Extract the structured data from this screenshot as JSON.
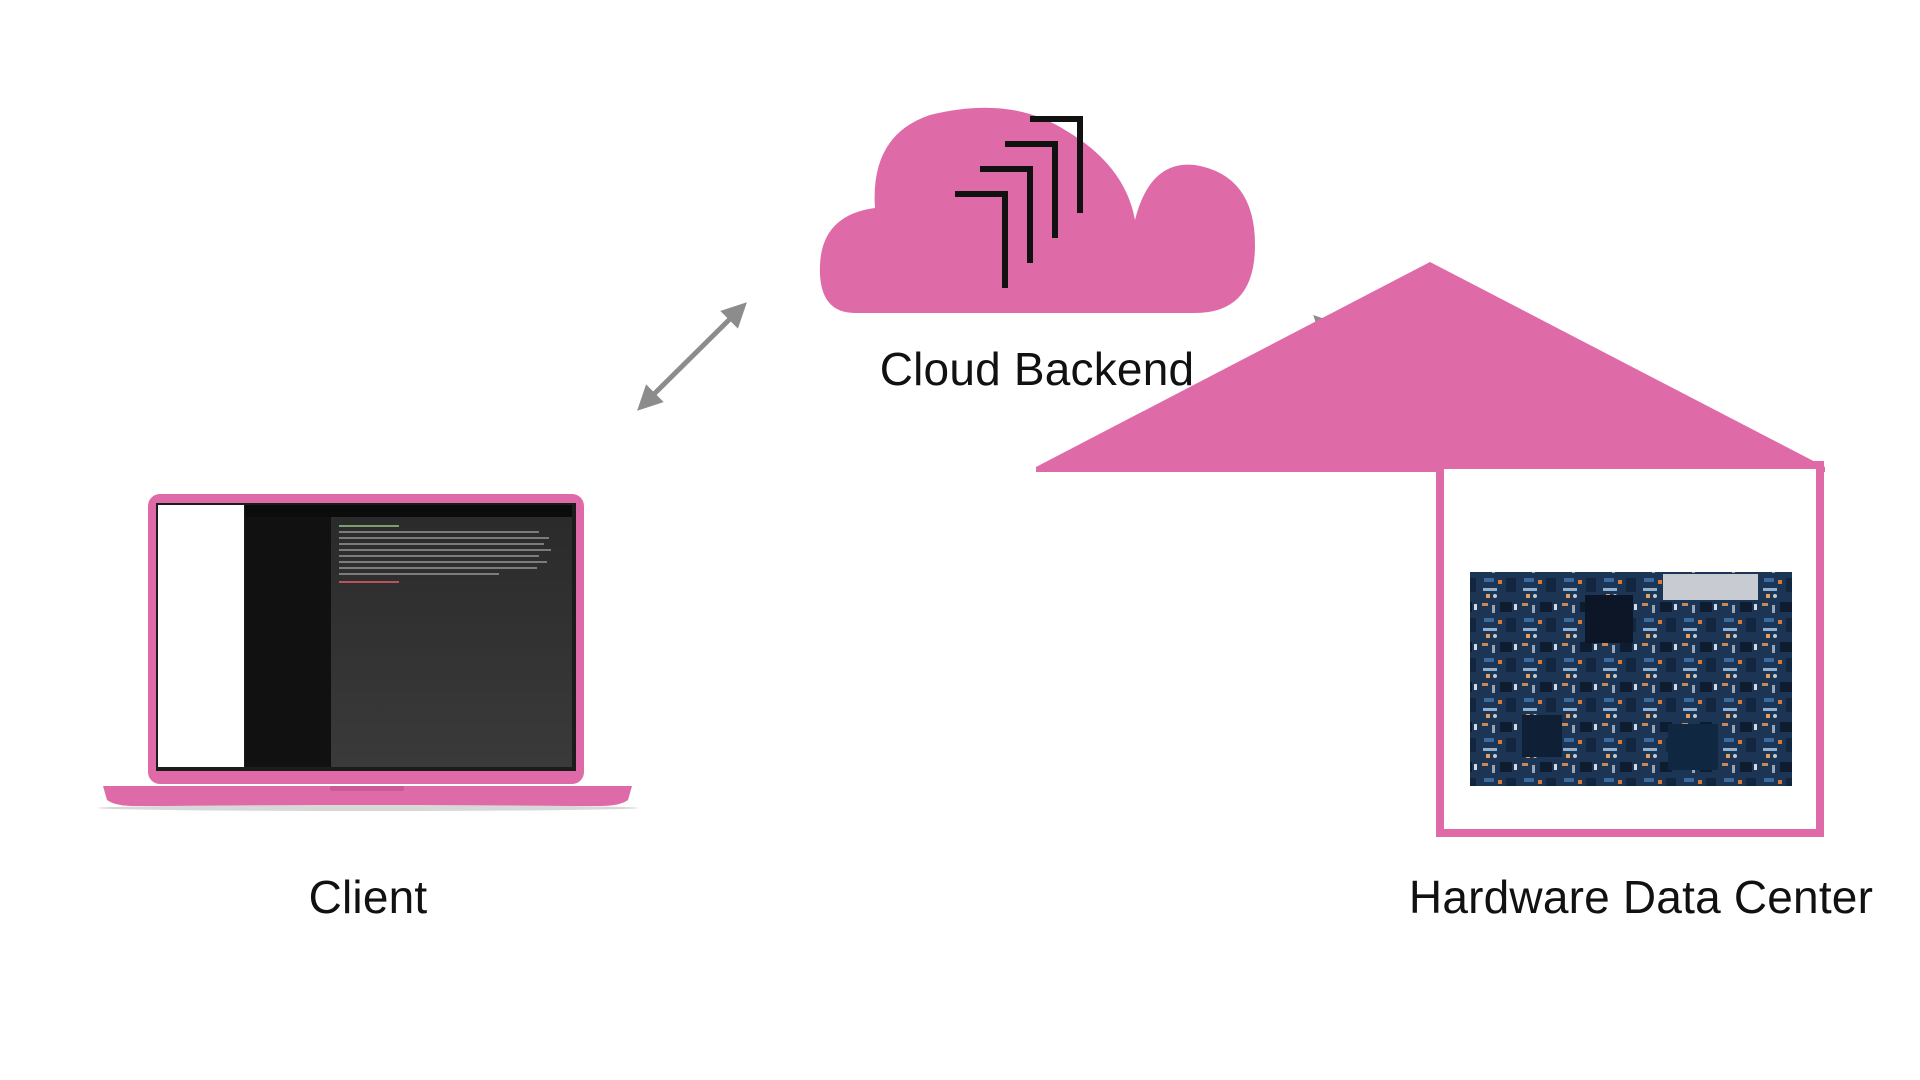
{
  "diagram": {
    "nodes": {
      "cloud": {
        "label": "Cloud Backend"
      },
      "client": {
        "label": "Client"
      },
      "datacenter": {
        "label": "Hardware Data Center"
      }
    },
    "edges": [
      {
        "from": "client",
        "to": "cloud",
        "style": "bidirectional-arrow"
      },
      {
        "from": "cloud",
        "to": "datacenter",
        "style": "bidirectional-arrow"
      }
    ],
    "colors": {
      "accent_pink": "#df6aa8",
      "arrow_gray": "#8c8c8c",
      "logo_black": "#111111",
      "screen_dark": "#1c1c1c",
      "board_blue": "#1f3f66"
    },
    "icons": [
      "cloud-icon",
      "logo-icon",
      "laptop-icon",
      "house-icon",
      "circuit-board-icon"
    ]
  }
}
